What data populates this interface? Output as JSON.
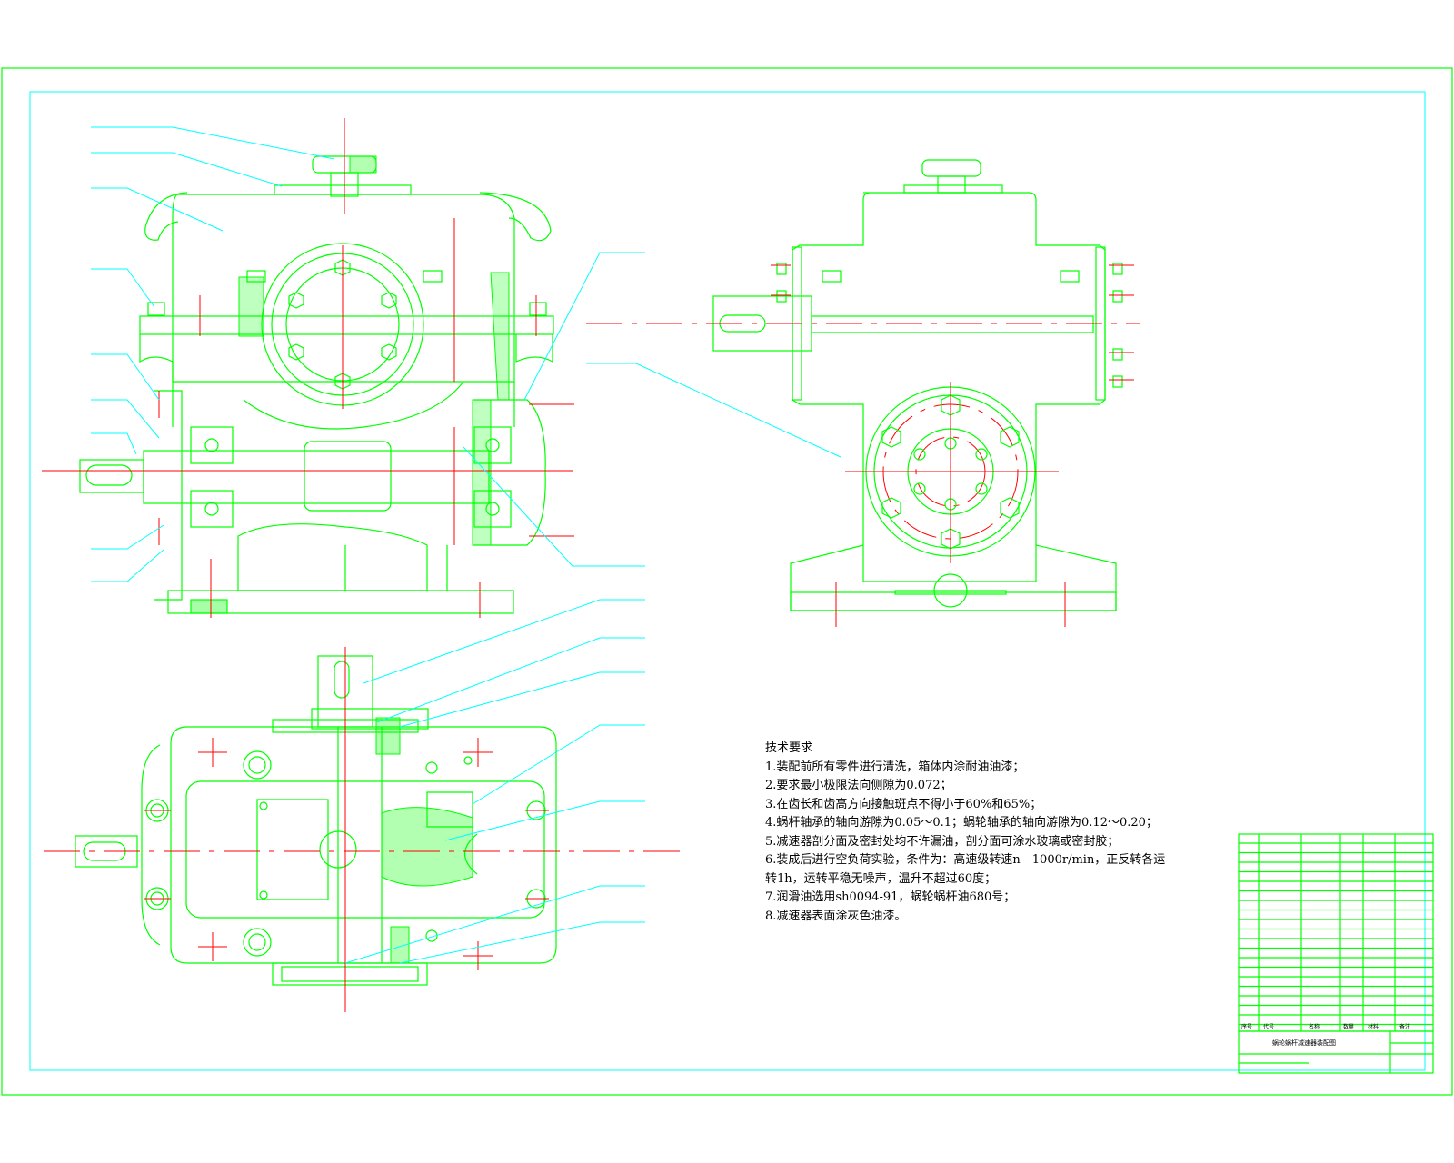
{
  "tech_requirements": {
    "title": "技术要求",
    "items": [
      "1.装配前所有零件进行清洗，箱体内涂耐油油漆；",
      "2.要求最小极限法向侧隙为0.072；",
      "3.在齿长和齿高方向接触斑点不得小于60%和65%；",
      "4.蜗杆轴承的轴向游隙为0.05～0.1；蜗轮轴承的轴向游隙为0.12～0.20；",
      "5.减速器剖分面及密封处均不许漏油，剖分面可涂水玻璃或密封胶；",
      "6.装成后进行空负荷实验，条件为：高速级转速n　1000r/min，正反转各运",
      "转1h，运转平稳无噪声，温升不超过60度；",
      "7.润滑油选用sh0094-91，蜗轮蜗杆油680号；",
      "8.减速器表面涂灰色油漆。"
    ]
  },
  "title_block": {
    "drawing_title": "蜗轮蜗杆减速器装配图",
    "header": [
      "序号",
      "代号",
      "名称",
      "数量",
      "材料",
      "备注"
    ]
  },
  "colors": {
    "outline": "#00ff00",
    "leader": "#00ffff",
    "centerline": "#ff0000",
    "frame": "#00ff00",
    "text": "#000000"
  }
}
